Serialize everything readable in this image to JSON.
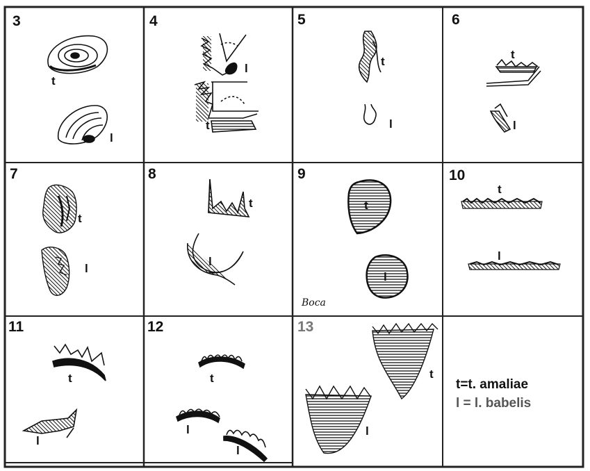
{
  "panels": [
    {
      "number": "3"
    },
    {
      "number": "4"
    },
    {
      "number": "5"
    },
    {
      "number": "6"
    },
    {
      "number": "7"
    },
    {
      "number": "8"
    },
    {
      "number": "9"
    },
    {
      "number": "10"
    },
    {
      "number": "11"
    },
    {
      "number": "12"
    },
    {
      "number": "13"
    }
  ],
  "labels": {
    "t": "t",
    "l": "l"
  },
  "panel9_caption": "Boca",
  "legend": {
    "line1": "t=t. amaliae",
    "line2": "l = l. babelis"
  },
  "colors": {
    "ink": "#111111",
    "paper": "#ffffff"
  }
}
